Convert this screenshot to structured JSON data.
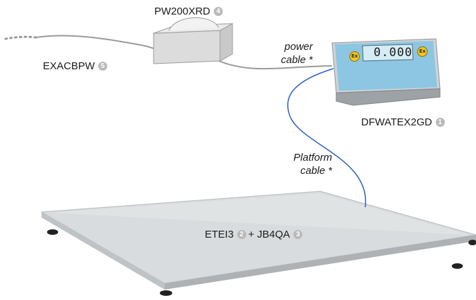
{
  "components": {
    "power_supply": {
      "label": "PW200XRD",
      "badge": "4"
    },
    "cable_extension": {
      "label": "EXACBPW",
      "badge": "5"
    },
    "indicator": {
      "label": "DFWATEX2GD",
      "badge": "1",
      "display": "0.000",
      "ex_mark": "Ex"
    },
    "platform": {
      "label_a": "ETEI3",
      "badge_a": "2",
      "joiner": "+ JB4QA",
      "badge_b": "3"
    }
  },
  "notes": {
    "power_cable": {
      "line1": "power",
      "line2": "cable *"
    },
    "platform_cable": {
      "line1": "Platform",
      "line2": "cable *"
    }
  },
  "colors": {
    "badge": "#b9b9b9",
    "display": "#a9d7ea",
    "platform_cable": "#2a5fc4",
    "power_cable": "#9a9a9a"
  }
}
